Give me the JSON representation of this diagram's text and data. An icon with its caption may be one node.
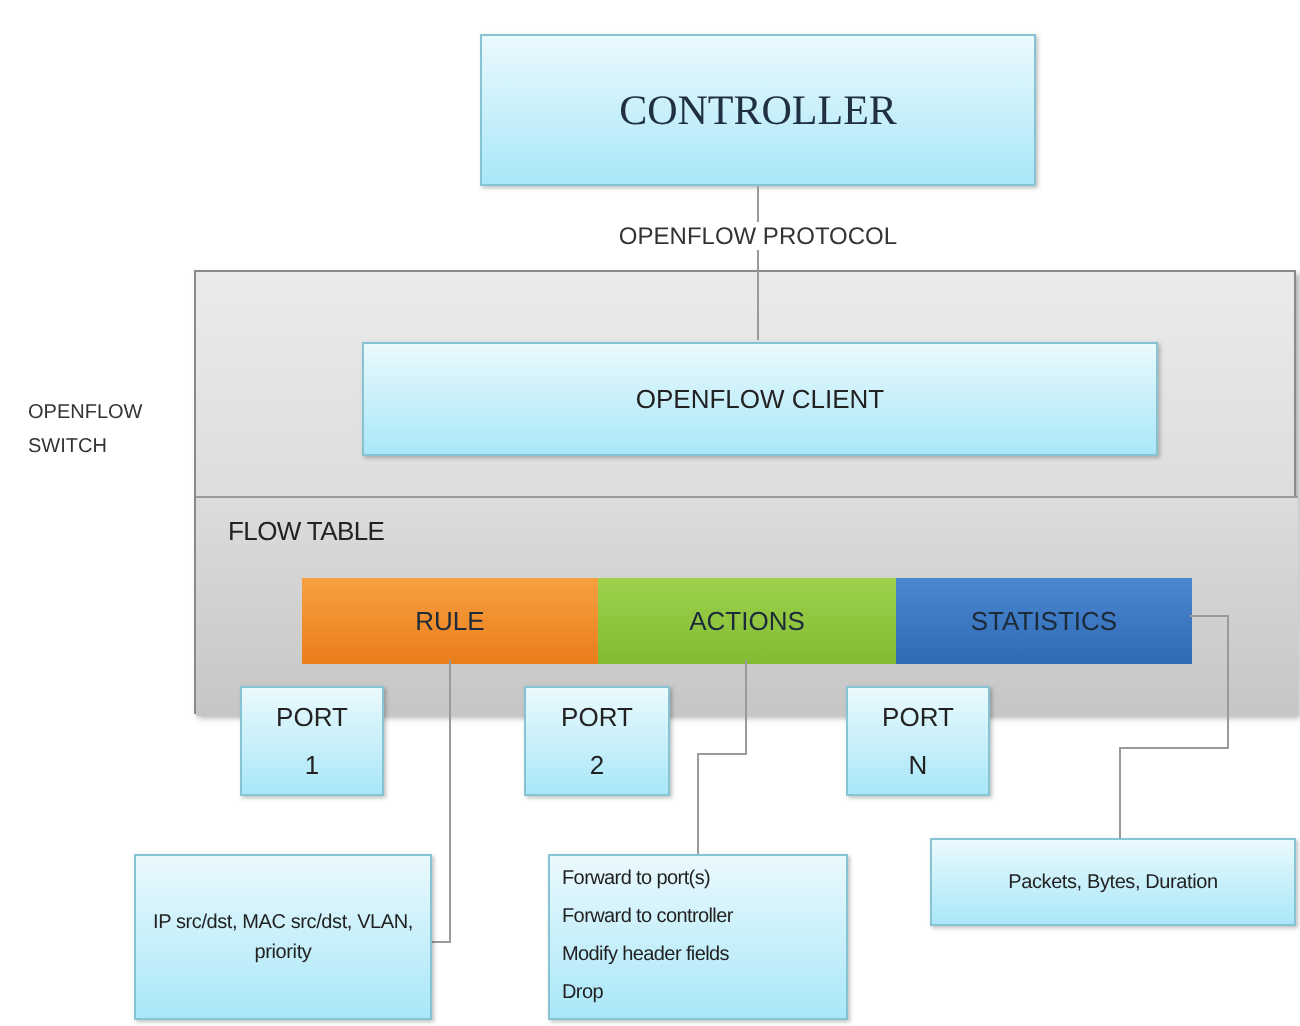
{
  "diagram": {
    "nodes": [
      {
        "text": [
          "CONTROLLER"
        ]
      },
      {
        "text": [
          "OPENFLOW SWITCH"
        ]
      },
      {
        "text": [
          "OPENFLOW CLIENT"
        ],
        "in": 1
      },
      {
        "text": [
          "FLOW TABLE"
        ],
        "in": 1
      },
      {
        "text": [
          "RULE"
        ],
        "in": 3
      },
      {
        "text": [
          "ACTIONS"
        ],
        "in": 3
      },
      {
        "text": [
          "STATISTICS"
        ],
        "in": 3
      },
      {
        "text": [
          "PORT 1"
        ]
      },
      {
        "text": [
          "PORT 2"
        ]
      },
      {
        "text": [
          "PORT N"
        ]
      },
      {
        "text": [
          "IP src/dst, MAC src/dst, VLAN, priority"
        ]
      },
      {
        "text": [
          "Forward to port(s)",
          "Forward to controller",
          "Modify header fields",
          "Drop"
        ]
      },
      {
        "text": [
          "Packets, Bytes, Duration"
        ]
      }
    ],
    "edges": [
      {
        "from": 0,
        "to": 2,
        "arrow": "none",
        "label": "OPENFLOW PROTOCOL"
      },
      {
        "from": 4,
        "to": 10,
        "arrow": "none"
      },
      {
        "from": 5,
        "to": 11,
        "arrow": "none"
      },
      {
        "from": 6,
        "to": 12,
        "arrow": "none"
      }
    ]
  }
}
